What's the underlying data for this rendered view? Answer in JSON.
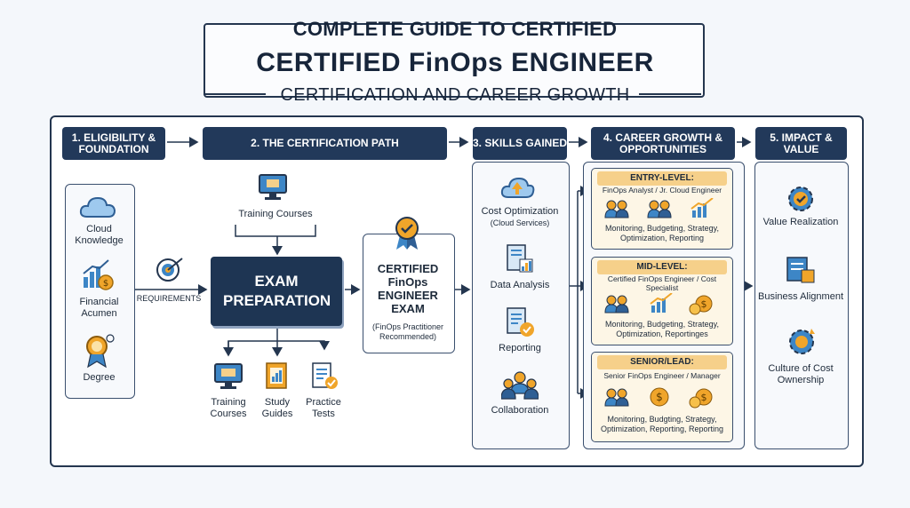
{
  "title": {
    "line1": "COMPLETE GUIDE TO CERTIFIED",
    "line2": "CERTIFIED FinOps ENGINEER",
    "line3": "CERTIFICATION AND CAREER GROWTH"
  },
  "headers": {
    "eligibility": "1. ELIGIBILITY & FOUNDATION",
    "path": "2. THE CERTIFICATION PATH",
    "skills": "3. SKILLS GAINED",
    "career": "4. CAREER GROWTH & OPPORTUNITIES",
    "impact": "5. IMPACT & VALUE"
  },
  "eligibility": {
    "items": [
      "Cloud Knowledge",
      "Financial Acumen",
      "Degree"
    ]
  },
  "path": {
    "requirements": "REQUIREMENTS",
    "top_training": "Training Courses",
    "exam_prep": "EXAM PREPARATION",
    "bottom": [
      "Training Courses",
      "Study Guides",
      "Practice Tests"
    ],
    "cert_title": "CERTIFIED FinOps ENGINEER EXAM",
    "cert_note": "(FinOps Practitioner Recommended)"
  },
  "skills": {
    "items": [
      {
        "label": "Cost Optimization",
        "sub": "(Cloud Services)"
      },
      {
        "label": "Data Analysis",
        "sub": ""
      },
      {
        "label": "Reporting",
        "sub": ""
      },
      {
        "label": "Collaboration",
        "sub": ""
      }
    ]
  },
  "career": {
    "levels": [
      {
        "title": "ENTRY-LEVEL:",
        "role": "FinOps Analyst / Jr. Cloud Engineer",
        "duties": "Monitoring, Budgeting, Strategy, Optimization, Reporting"
      },
      {
        "title": "MID-LEVEL:",
        "role": "Certified FinOps Engineer / Cost Specialist",
        "duties": "Monitoring, Budgeting, Strategy, Optimization, Reportinges"
      },
      {
        "title": "SENIOR/LEAD:",
        "role": "Senior FinOps Engineer / Manager",
        "duties": "Monitoring, Budgting, Strategy, Optimization, Reporting, Reporting"
      }
    ]
  },
  "impact": {
    "items": [
      "Value Realization",
      "Business Alignment",
      "Culture of Cost Ownership"
    ]
  },
  "colors": {
    "navy": "#22395a",
    "accent_blue": "#3d86c6",
    "accent_orange": "#f0a52a",
    "level_bg": "#fdf6e6"
  }
}
